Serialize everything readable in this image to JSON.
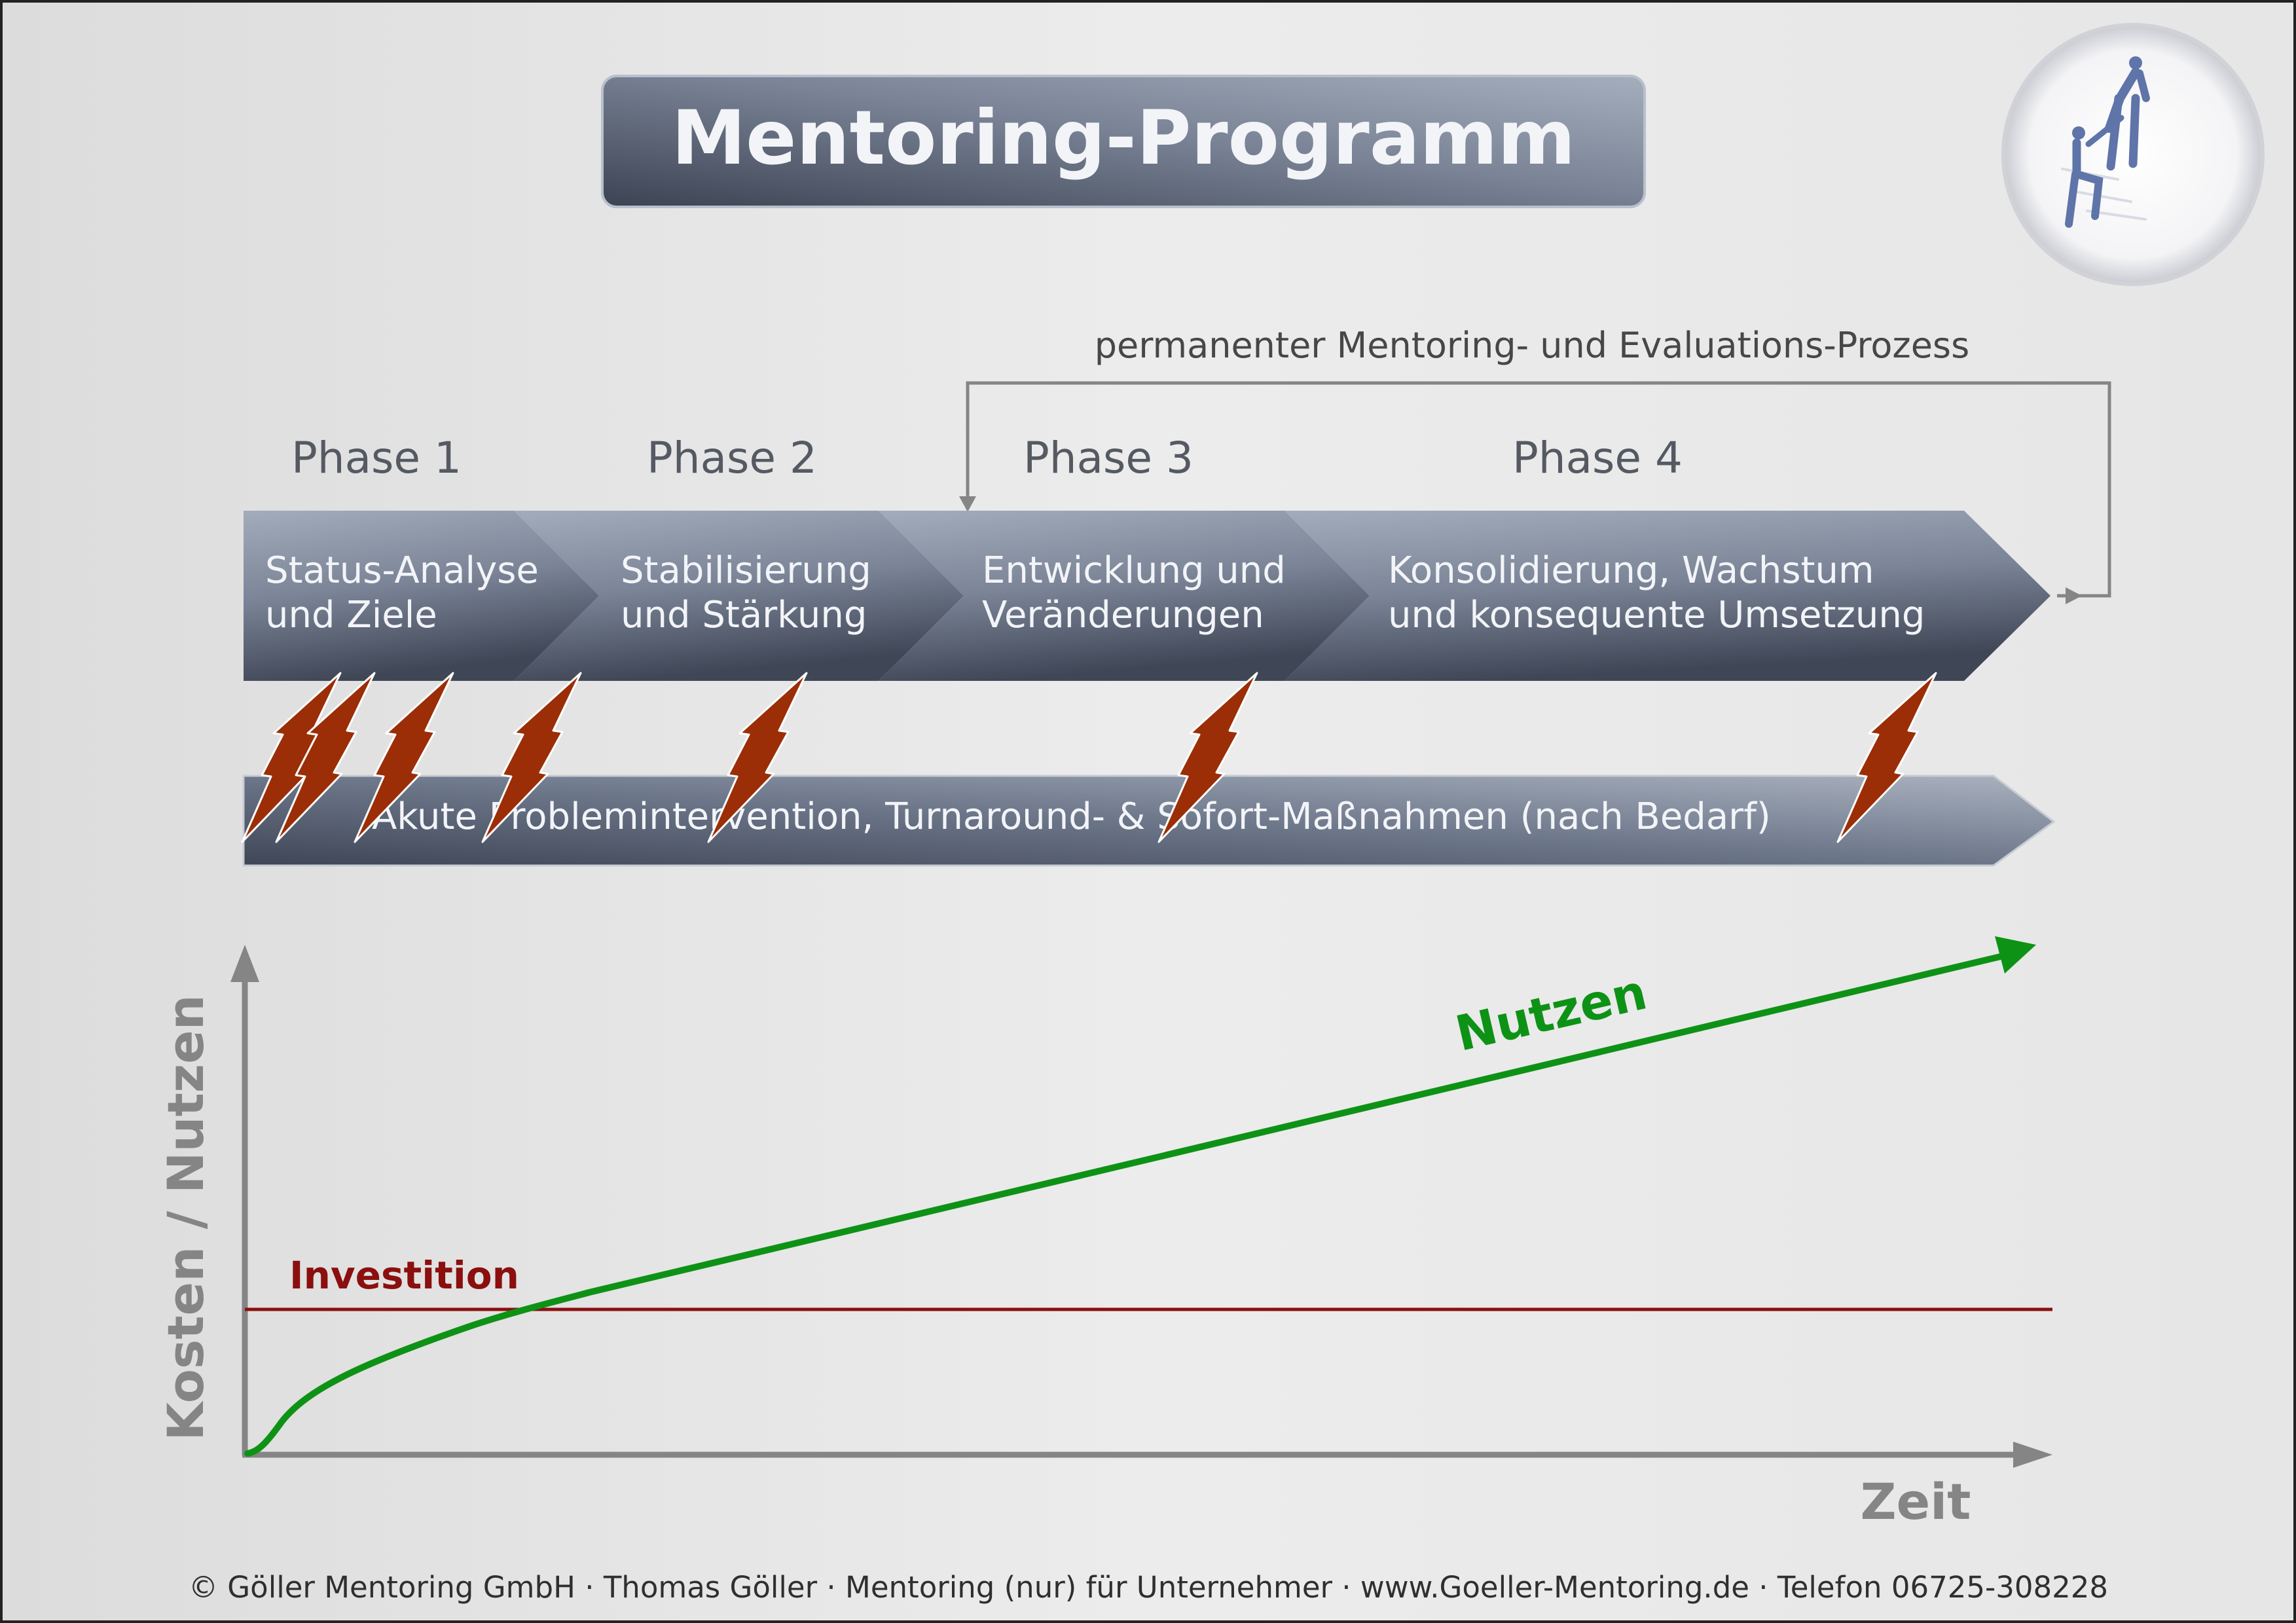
{
  "title": "Mentoring-Programm",
  "loop_label": "permanenter Mentoring- und Evaluations-Prozess",
  "phases": [
    {
      "heading": "Phase 1",
      "line1": "Status-Analyse",
      "line2": "und Ziele"
    },
    {
      "heading": "Phase 2",
      "line1": "Stabilisierung",
      "line2": "und Stärkung"
    },
    {
      "heading": "Phase 3",
      "line1": "Entwicklung und",
      "line2": "Veränderungen"
    },
    {
      "heading": "Phase 4",
      "line1": "Konsolidierung, Wachstum",
      "line2": "und konsequente Umsetzung"
    }
  ],
  "intervention_bar": "Akute Problemintervention, Turnaround- & Sofort-Maßnahmen (nach Bedarf)",
  "chart": {
    "y_axis_label": "Kosten / Nutzen",
    "x_axis_label": "Zeit",
    "investment_label": "Investition",
    "benefit_label": "Nutzen"
  },
  "colors": {
    "background": "#e4e4e4",
    "phase_dark": "#3f4656",
    "phase_light": "#a3acbb",
    "lightning": "#9b2e06",
    "investment_line": "#8b0f0f",
    "benefit_line": "#0e9216",
    "axis": "#858585"
  },
  "footer": "© Göller Mentoring GmbH · Thomas Göller · Mentoring (nur) für Unternehmer · www.Goeller-Mentoring.de · Telefon 06725-308228"
}
